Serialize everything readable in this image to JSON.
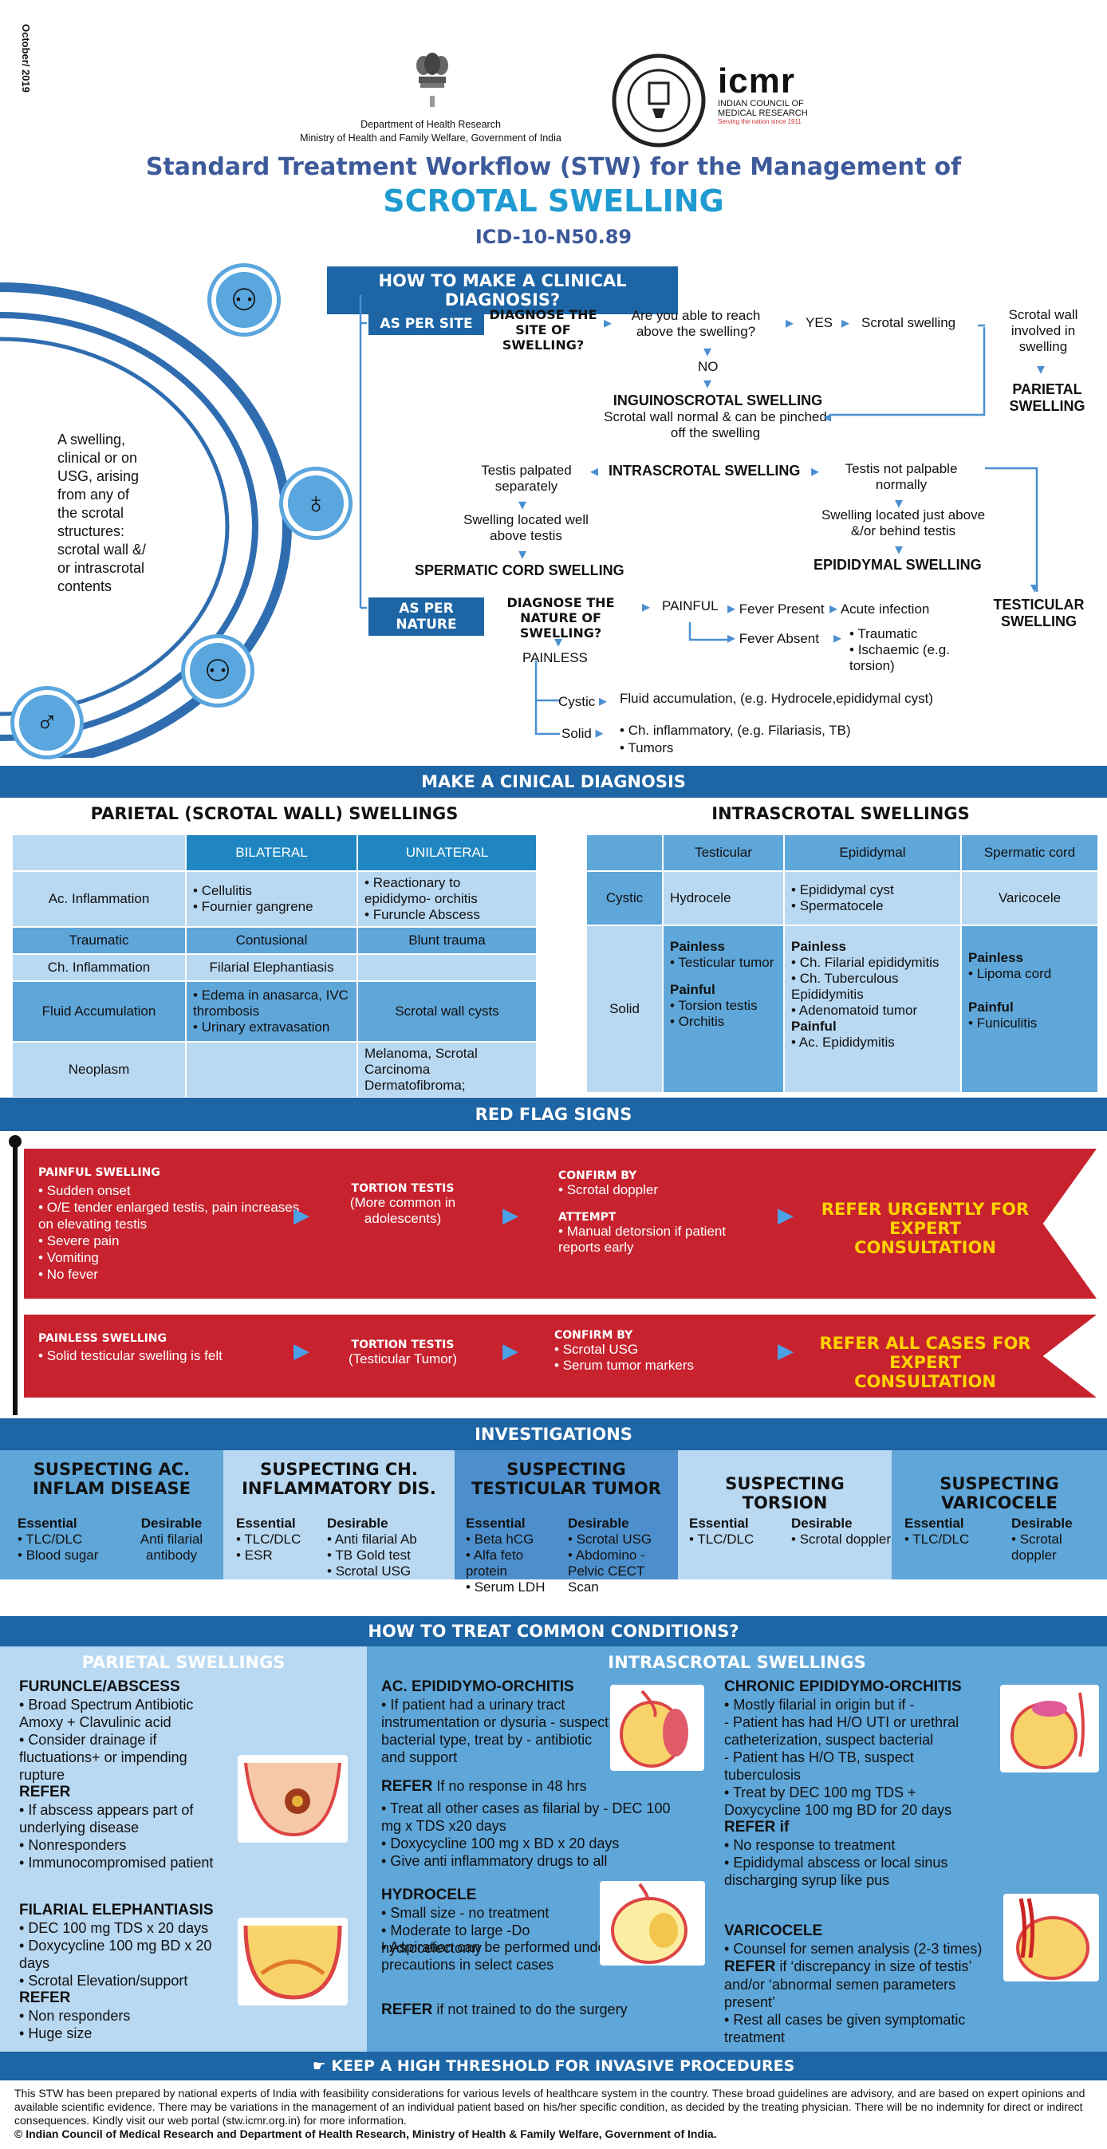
{
  "header": {
    "date": "October/ 2019",
    "dept_line1": "Department of Health Research",
    "dept_line2": "Ministry of Health and Family Welfare, Government of India",
    "icmr_logo": "icmr",
    "icmr_name1": "INDIAN COUNCIL OF",
    "icmr_name2": "MEDICAL RESEARCH",
    "icmr_tag": "Serving the nation since 1911",
    "title1": "Standard Treatment Workflow (STW) for the Management of",
    "title2": "SCROTAL SWELLING",
    "code": "ICD-10-N50.89"
  },
  "diagnosis": {
    "banner": "HOW TO MAKE A CLINICAL DIAGNOSIS?",
    "definition": "A swelling, clinical or on USG, arising from any of the scrotal structures: scrotal wall &/ or intrascrotal contents",
    "as_per_site": "AS PER SITE",
    "diagnose_site": "DIAGNOSE THE SITE OF SWELLING?",
    "reach_q": "Are you able to reach above the swelling?",
    "yes": "YES",
    "no": "NO",
    "scrotal_swelling": "Scrotal swelling",
    "wall_involved": "Scrotal wall involved in swelling",
    "parietal": "PARIETAL SWELLING",
    "inguino": "INGUINOSCROTAL SWELLING",
    "inguino_desc": "Scrotal wall normal & can be pinched off the swelling",
    "intrascrotal": "INTRASCROTAL SWELLING",
    "testis_palpated": "Testis palpated separately",
    "above_testis": "Swelling located well above testis",
    "spermatic": "SPERMATIC CORD SWELLING",
    "testis_not": "Testis not palpable normally",
    "behind_testis": "Swelling located just above &/or behind testis",
    "epididymal": "EPIDIDYMAL SWELLING",
    "testicular": "TESTICULAR SWELLING",
    "as_per_nature": "AS PER NATURE",
    "diagnose_nature": "DIAGNOSE THE NATURE OF SWELLING?",
    "painful": "PAINFUL",
    "fever_present": "Fever Present",
    "acute_infection": "Acute infection",
    "fever_absent": "Fever Absent",
    "traumatic": "Traumatic",
    "ischaemic": "Ischaemic (e.g. torsion)",
    "painless": "PAINLESS",
    "cystic": "Cystic",
    "cystic_desc": "Fluid accumulation, (e.g. Hydrocele,epididymal cyst)",
    "solid": "Solid",
    "solid_1": "Ch. inflammatory,  (e.g. Filariasis, TB)",
    "solid_2": "Tumors"
  },
  "clinical": {
    "banner": "MAKE A CINICAL DIAGNOSIS",
    "parietal_title": "PARIETAL (SCROTAL WALL) SWELLINGS",
    "bilateral": "BILATERAL",
    "unilateral": "UNILATERAL",
    "p_rows": [
      {
        "label": "Ac. Inflammation",
        "bi": [
          "Cellulitis",
          "Fournier gangrene"
        ],
        "uni": [
          "Reactionary to epididymo- orchitis",
          "Furuncle Abscess"
        ]
      },
      {
        "label": "Traumatic",
        "bi_text": "Contusional",
        "uni_text": "Blunt trauma"
      },
      {
        "label": "Ch. Inflammation",
        "bi_text": "Filarial Elephantiasis",
        "uni_text": ""
      },
      {
        "label": "Fluid Accumulation",
        "bi": [
          "Edema in anasarca, IVC thrombosis",
          "Urinary extravasation"
        ],
        "uni_text": "Scrotal wall cysts"
      },
      {
        "label": "Neoplasm",
        "bi_text": "",
        "uni_text": "Melanoma, Scrotal Carcinoma Dermatofibroma;"
      }
    ],
    "intra_title": "INTRASCROTAL SWELLINGS",
    "testicular": "Testicular",
    "epididymal": "Epididymal",
    "spermatic": "Spermatic cord",
    "cystic": "Cystic",
    "solid": "Solid",
    "hydrocele": "Hydrocele",
    "epi_cystic": [
      "Epididymal cyst",
      "Spermatocele"
    ],
    "varicocele": "Varicocele",
    "painless": "Painless",
    "painful": "Painful",
    "test_painless": [
      "Testicular tumor"
    ],
    "test_painful": [
      "Torsion testis",
      "Orchitis"
    ],
    "epi_painless": [
      "Ch. Filarial epididymitis",
      "Ch. Tuberculous Epididymitis",
      "Adenomatoid tumor"
    ],
    "epi_painful": [
      "Ac. Epididymitis"
    ],
    "sc_painless": [
      "Lipoma cord"
    ],
    "sc_painful": [
      "Funiculitis"
    ]
  },
  "redflag": {
    "banner": "RED FLAG SIGNS",
    "painful_title": "PAINFUL SWELLING",
    "painful_items": [
      "Sudden onset",
      "O/E tender enlarged testis, pain increases on elevating testis",
      "Severe pain",
      "Vomiting",
      "No fever"
    ],
    "torsion": "TORTION TESTIS",
    "torsion_sub1": "(More common in adolescents)",
    "confirm_by": "CONFIRM BY",
    "confirm1": [
      "Scrotal doppler"
    ],
    "attempt": "ATTEMPT",
    "attempt_items": [
      "Manual detorsion if patient reports early"
    ],
    "refer_urgent": "REFER URGENTLY FOR EXPERT CONSULTATION",
    "painless_title": "PAINLESS SWELLING",
    "painless_items": [
      "Solid testicular swelling is felt"
    ],
    "torsion_sub2": "(Testicular Tumor)",
    "confirm2": [
      "Scrotal USG",
      "Serum tumor markers"
    ],
    "refer_all": "REFER ALL CASES FOR EXPERT CONSULTATION"
  },
  "investigations": {
    "banner": "INVESTIGATIONS",
    "essential": "Essential",
    "desirable": "Desirable",
    "cols": [
      {
        "title": "SUSPECTING AC. INFLAM DISEASE",
        "ess": [
          "TLC/DLC",
          "Blood sugar"
        ],
        "des_text": "Anti filarial antibody"
      },
      {
        "title": "SUSPECTING CH. INFLAMMATORY DIS.",
        "ess": [
          "TLC/DLC",
          "ESR"
        ],
        "des": [
          "Anti filarial Ab",
          "TB Gold test",
          "Scrotal USG"
        ]
      },
      {
        "title": "SUSPECTING TESTICULAR TUMOR",
        "ess": [
          "Beta hCG",
          "Alfa feto protein",
          "Serum LDH"
        ],
        "des": [
          "Scrotal USG",
          "Abdomino - Pelvic CECT Scan"
        ]
      },
      {
        "title": "SUSPECTING TORSION",
        "ess": [
          "TLC/DLC"
        ],
        "des": [
          "Scrotal doppler"
        ]
      },
      {
        "title": "SUSPECTING VARICOCELE",
        "ess": [
          "TLC/DLC"
        ],
        "des": [
          "Scrotal doppler"
        ]
      }
    ]
  },
  "treat": {
    "banner": "HOW TO TREAT COMMON CONDITIONS?",
    "parietal_title": "PARIETAL SWELLINGS",
    "intra_title": "INTRASCROTAL SWELLINGS",
    "refer": "REFER",
    "furuncle_title": "FURUNCLE/ABSCESS",
    "furuncle": [
      "Broad Spectrum Antibiotic Amoxy + Clavulinic acid",
      "Consider drainage if fluctuations+ or impending rupture"
    ],
    "furuncle_refer": [
      "If abscess appears part of underlying disease",
      "Nonresponders",
      "Immunocompromised patient"
    ],
    "filarial_title": "FILARIAL ELEPHANTIASIS",
    "filarial": [
      "DEC 100 mg TDS x 20 days",
      "Doxycycline 100 mg BD x 20 days",
      "Scrotal Elevation/support"
    ],
    "filarial_refer": [
      "Non responders",
      "Huge size"
    ],
    "acepi_title": "AC. EPIDIDYMO-ORCHITIS",
    "acepi": [
      "If patient had a urinary tract instrumentation or dysuria - suspect bacterial type, treat by - antibiotic and support"
    ],
    "acepi_refer_text": "If no response in 48 hrs",
    "acepi2": [
      "Treat all other cases as filarial by - DEC 100 mg x TDS x20 days",
      "Doxycycline 100 mg x BD x 20 days",
      "Give anti inflammatory drugs to all"
    ],
    "hydro_title": "HYDROCELE",
    "hydro": [
      "Small size - no treatment",
      "Moderate to large -Do hydrocelectomy",
      "Aspiration can be performed under asceptic precautions in select cases"
    ],
    "hydro_refer_text": "if not trained to do the surgery",
    "chepi_title": "CHRONIC EPIDIDYMO-ORCHITIS",
    "chepi": [
      "Mostly filarial in origin but if -",
      "- Patient has had H/O UTI or urethral catheterization, suspect bacterial",
      "- Patient has H/O TB, suspect tuberculosis",
      "Treat by DEC 100 mg TDS + Doxycycline 100 mg BD for 20 days"
    ],
    "refer_if": "REFER if",
    "chepi_refer": [
      "No response to treatment",
      "Epididymal abscess or local sinus discharging syrup like pus"
    ],
    "vari_title": "VARICOCELE",
    "vari1": "Counsel for semen analysis (2-3 times)",
    "vari2": "if ‘discrepancy in size of testis’ and/or ‘abnormal semen parameters present’",
    "vari3": "Rest all cases be given symptomatic treatment",
    "threshold": "KEEP A HIGH THRESHOLD FOR INVASIVE PROCEDURES"
  },
  "footer": {
    "disclaimer": "This STW has been prepared by national experts of India with feasibility considerations for various levels of healthcare system in the country. These broad guidelines are advisory, and are based on expert opinions and available scientific evidence. There may be variations in the management of an individual patient based on his/her specific condition, as decided by the treating physician. There will be no indemnity for direct or indirect consequences. Kindly visit our web portal (stw.icmr.org.in) for more information.",
    "copyright": "© Indian Council of Medical Research and Department of Health Research, Ministry of Health & Family Welfare, Government of India."
  },
  "icons": [
    "emblem-icon",
    "icmr-seal-icon",
    "scrotum-icon",
    "testis-icon",
    "hand-pointer-icon"
  ]
}
